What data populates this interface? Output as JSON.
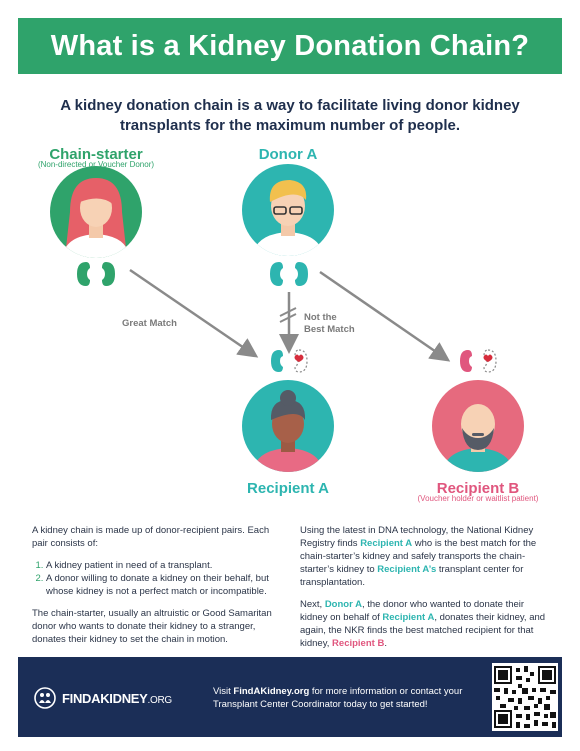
{
  "title": "What is a Kidney Donation Chain?",
  "subtitle": "A kidney donation chain is a way to facilitate living donor kidney transplants for the maximum number of people.",
  "diagram": {
    "chain_starter": {
      "label": "Chain-starter",
      "note": "(Non-directed or Voucher Donor)"
    },
    "donor_a": {
      "label": "Donor A"
    },
    "recipient_a": {
      "label": "Recipient A"
    },
    "recipient_b": {
      "label": "Recipient B",
      "note": "(Voucher holder or waitlist patient)"
    },
    "great_match": "Great Match",
    "not_best_match_line1": "Not the",
    "not_best_match_line2": "Best Match"
  },
  "left_column": {
    "intro": "A kidney chain is made up of donor-recipient pairs. Each pair consists of:",
    "item1": "A kidney patient in need of a transplant.",
    "item2": "A donor willing to donate a kidney on their behalf, but whose kidney is not a perfect match or incompatible.",
    "closing": "The chain-starter, usually an altruistic or Good Samaritan donor who wants to donate their kidney to a stranger, donates their kidney to set the chain in motion."
  },
  "right_column": {
    "p1_a": "Using the latest in DNA technology, the National Kidney Registry finds ",
    "p1_b": "Recipient A",
    "p1_c": " who is the best match for the chain-starter’s kidney and safely transports the chain-starter’s kidney to ",
    "p1_d": "Recipient A’s",
    "p1_e": " transplant center for transplantation.",
    "p2_a": "Next, ",
    "p2_b": "Donor A",
    "p2_c": ", the donor who wanted to donate their kidney on behalf of ",
    "p2_d": "Recipient A",
    "p2_e": ", donates their kidney, and again, the NKR finds the best matched recipient for that kidney, ",
    "p2_f": "Recipient B",
    "p2_g": "."
  },
  "footer": {
    "logo_main": "FINDAKIDNEY",
    "logo_sub": ".ORG",
    "text_a": "Visit ",
    "text_b": "FindAKidney.org",
    "text_c": " for more information or contact your Transplant Center Coordinator today to get started!"
  },
  "colors": {
    "green": "#2fa36b",
    "teal": "#2db5b0",
    "pink": "#e0567e",
    "navy": "#1b2e57"
  }
}
